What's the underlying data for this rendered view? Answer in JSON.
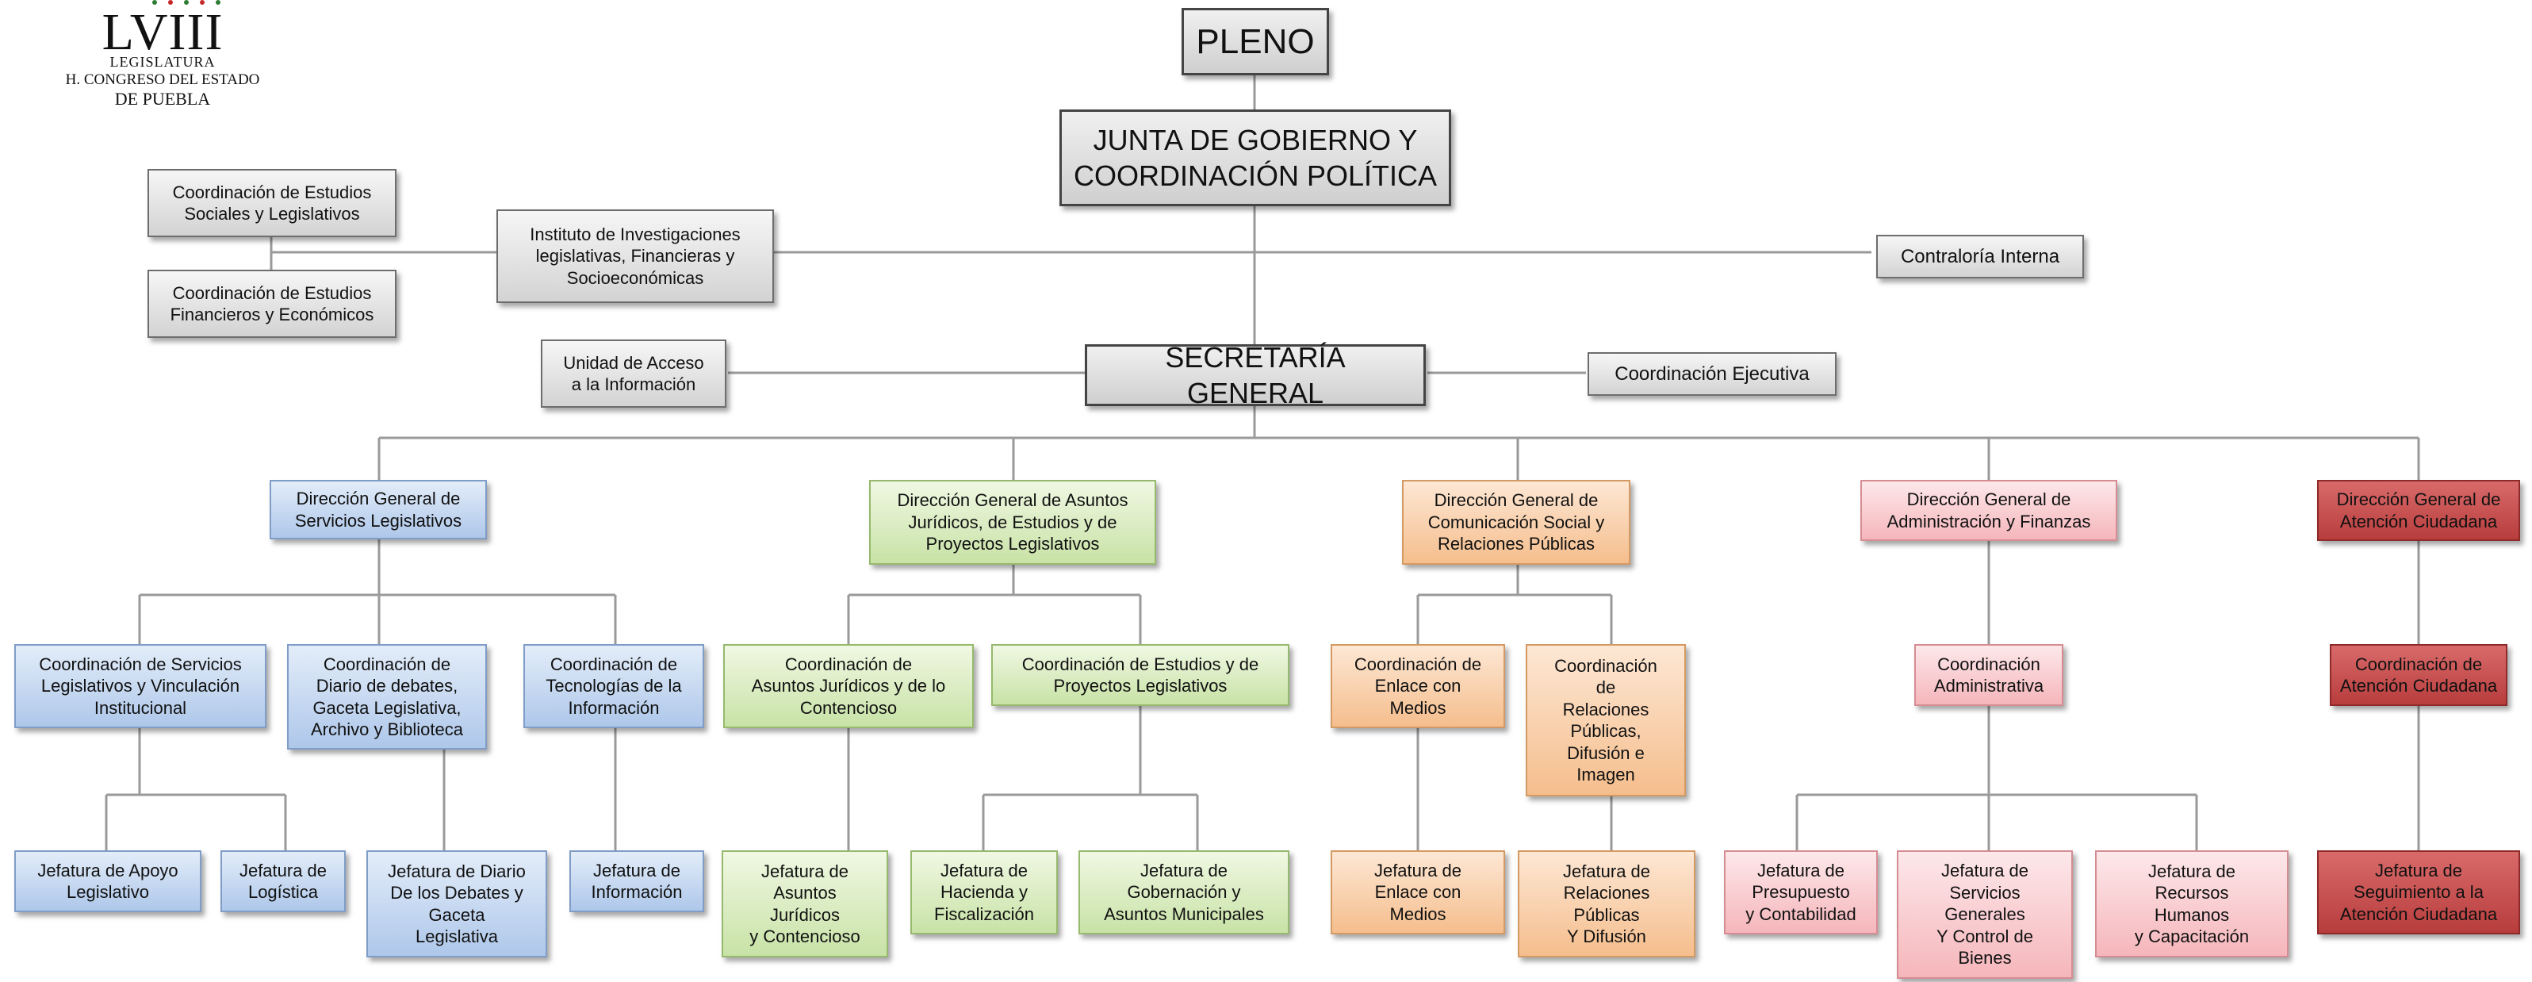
{
  "logo": {
    "numeral": "LVIII",
    "line1": "LEGISLATURA",
    "line2": "H. CONGRESO DEL ESTADO",
    "line3": "DE PUEBLA",
    "dot_colors": [
      "#2e7d32",
      "#c62828",
      "#2e7d32",
      "#c62828",
      "#2e7d32"
    ]
  },
  "nodes": {
    "pleno": "PLENO",
    "junta": "JUNTA DE GOBIERNO Y\nCOORDINACIÓN POLÍTICA",
    "coord_estudios_sociales": "Coordinación de Estudios\nSociales y Legislativos",
    "coord_estudios_financieros": "Coordinación de Estudios\nFinancieros y Económicos",
    "instituto": "Instituto de Investigaciones\nlegislativas, Financieras y\nSocioeconómicas",
    "contraloria": "Contraloría Interna",
    "secretaria": "SECRETARÍA GENERAL",
    "unidad_acceso": "Unidad de Acceso\na la Información",
    "coord_ejecutiva": "Coordinación Ejecutiva",
    "dg_servicios": "Dirección General de\nServicios Legislativos",
    "dg_juridicos": "Dirección General de Asuntos\nJurídicos, de Estudios y de\nProyectos Legislativos",
    "dg_comunicacion": "Dirección General de\nComunicación Social y\nRelaciones Públicas",
    "dg_administracion": "Dirección General de\nAdministración y Finanzas",
    "dg_atencion": "Dirección General de\nAtención Ciudadana",
    "coord_servicios": "Coordinación de Servicios\nLegislativos y Vinculación\nInstitucional",
    "coord_diario": "Coordinación de\nDiario de debates,\nGaceta Legislativa,\nArchivo y Biblioteca",
    "coord_tecnologias": "Coordinación de\nTecnologías de la\nInformación",
    "coord_asuntos": "Coordinación de\nAsuntos Jurídicos y de lo\nContencioso",
    "coord_estudios_proy": "Coordinación de Estudios y de\nProyectos Legislativos",
    "coord_enlace": "Coordinación de\nEnlace con\nMedios",
    "coord_relaciones": "Coordinación\nde\nRelaciones\nPúblicas,\nDifusión e\nImagen",
    "coord_administrativa": "Coordinación\nAdministrativa",
    "coord_atencion": "Coordinación de\nAtención Ciudadana",
    "jef_apoyo": "Jefatura de Apoyo\nLegislativo",
    "jef_logistica": "Jefatura de\nLogística",
    "jef_diario": "Jefatura de Diario\nDe los Debates y\nGaceta\nLegislativa",
    "jef_informacion": "Jefatura de\nInformación",
    "jef_asuntos": "Jefatura de\nAsuntos\nJurídicos\ny Contencioso",
    "jef_hacienda": "Jefatura de\nHacienda y\nFiscalización",
    "jef_gobernacion": "Jefatura de\nGobernación y\nAsuntos Municipales",
    "jef_enlace": "Jefatura de\nEnlace con\nMedios",
    "jef_relaciones": "Jefatura de\nRelaciones\nPúblicas\nY Difusión",
    "jef_presupuesto": "Jefatura de\nPresupuesto\ny Contabilidad",
    "jef_servicios_generales": "Jefatura de\nServicios\nGenerales\nY Control de\nBienes",
    "jef_recursos": "Jefatura de\nRecursos\nHumanos\ny Capacitación",
    "jef_seguimiento": "Jefatura de\nSeguimiento a la\nAtención Ciudadana"
  }
}
